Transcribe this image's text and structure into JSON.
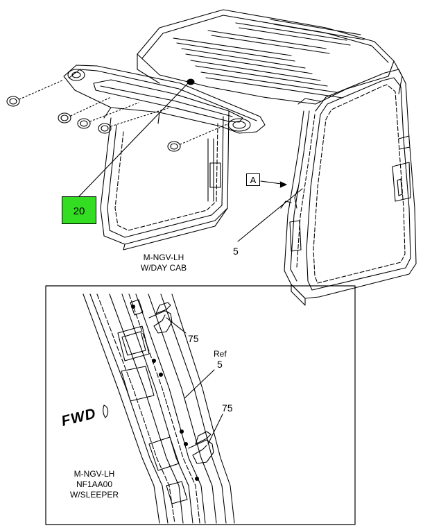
{
  "callouts": {
    "highlighted": "20",
    "view_ref": "A",
    "part_main": "5",
    "clip_upper": "75",
    "clip_lower": "75",
    "ref_word": "Ref",
    "ref_num": "5"
  },
  "captions": {
    "day_cab_line1": "M-NGV-LH",
    "day_cab_line2": "W/DAY CAB",
    "sleeper_line1": "M-NGV-LH",
    "sleeper_line2": "NF1AA00",
    "sleeper_line3": "W/SLEEPER"
  },
  "direction_label": "FWD",
  "colors": {
    "highlight": "#33dd22",
    "line": "#000000",
    "background": "#ffffff"
  }
}
